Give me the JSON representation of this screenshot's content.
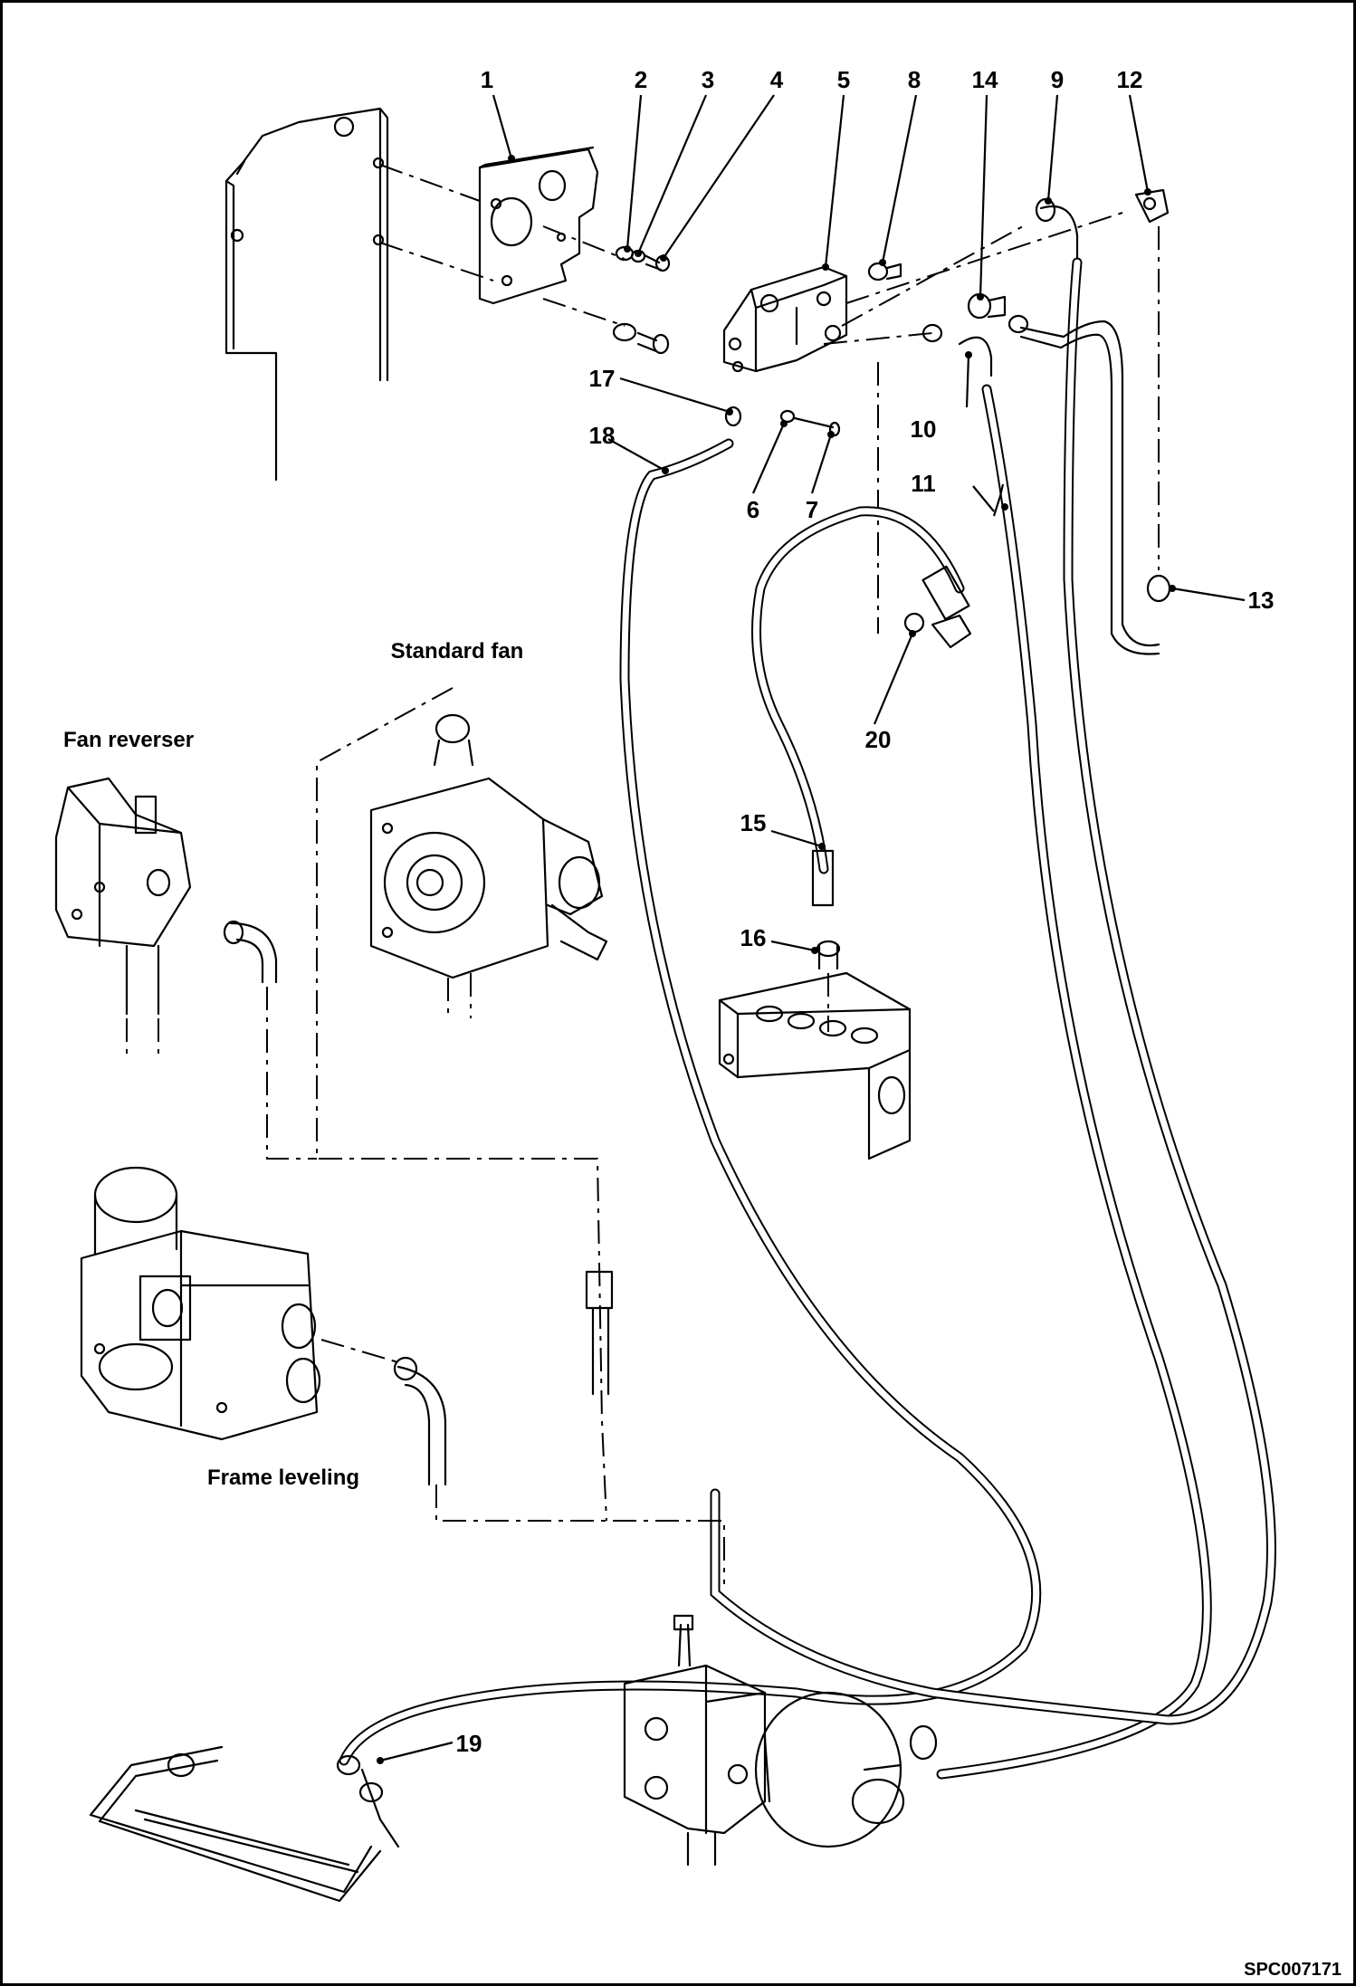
{
  "diagram": {
    "callouts": [
      "1",
      "2",
      "3",
      "4",
      "5",
      "6",
      "7",
      "8",
      "9",
      "10",
      "11",
      "12",
      "13",
      "14",
      "15",
      "16",
      "17",
      "18",
      "19",
      "20"
    ],
    "captions": {
      "standard_fan": "Standard fan",
      "fan_reverser": "Fan reverser",
      "frame_leveling": "Frame leveling"
    },
    "document_id": "SPC007171"
  }
}
